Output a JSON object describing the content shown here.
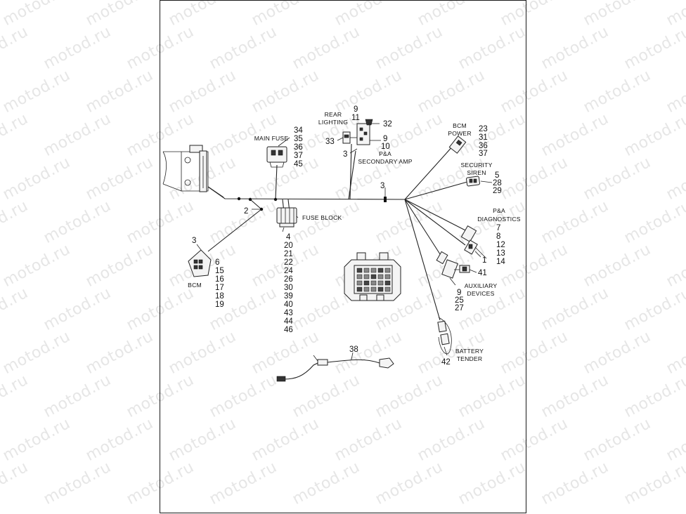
{
  "watermark": "motod.ru",
  "labels": {
    "rear_lighting_1": "REAR",
    "rear_lighting_2": "LIGHTING",
    "main_fuse": "MAIN FUSE",
    "pa_secondary_1": "P&A",
    "pa_secondary_2": "SECONDARY AMP",
    "bcm_power_1": "BCM",
    "bcm_power_2": "POWER",
    "security_1": "SECURITY",
    "security_2": "SIREN",
    "pa_diag_1": "P&A",
    "pa_diag_2": "DIAGNOSTICS",
    "fuse_block": "FUSE BLOCK",
    "bcm": "BCM",
    "aux_1": "AUXILIARY",
    "aux_2": "DEVICES",
    "battery_1": "BATTERY",
    "battery_2": "TENDER"
  },
  "callouts": {
    "main_fuse": [
      "34",
      "35",
      "36",
      "37",
      "45"
    ],
    "rear_top": [
      "9",
      "11"
    ],
    "item_32": "32",
    "item_33": "33",
    "rear_right": [
      "9",
      "10"
    ],
    "item_3_amp": "3",
    "bcm_power": [
      "23",
      "31",
      "36",
      "37"
    ],
    "item_3_trunk": "3",
    "security_siren": [
      "5",
      "28",
      "29"
    ],
    "item_2": "2",
    "pa_diagnostics": [
      "7",
      "8",
      "12",
      "13",
      "14"
    ],
    "item_1": "1",
    "item_41": "41",
    "auxiliary": [
      "9",
      "25",
      "27"
    ],
    "item_3_bcm": "3",
    "bcm": [
      "6",
      "15",
      "16",
      "17",
      "18",
      "19"
    ],
    "fuse_block": [
      "4",
      "20",
      "21",
      "22",
      "24",
      "26",
      "30",
      "39",
      "40",
      "43",
      "44",
      "46"
    ],
    "item_38": "38",
    "item_42": "42"
  }
}
